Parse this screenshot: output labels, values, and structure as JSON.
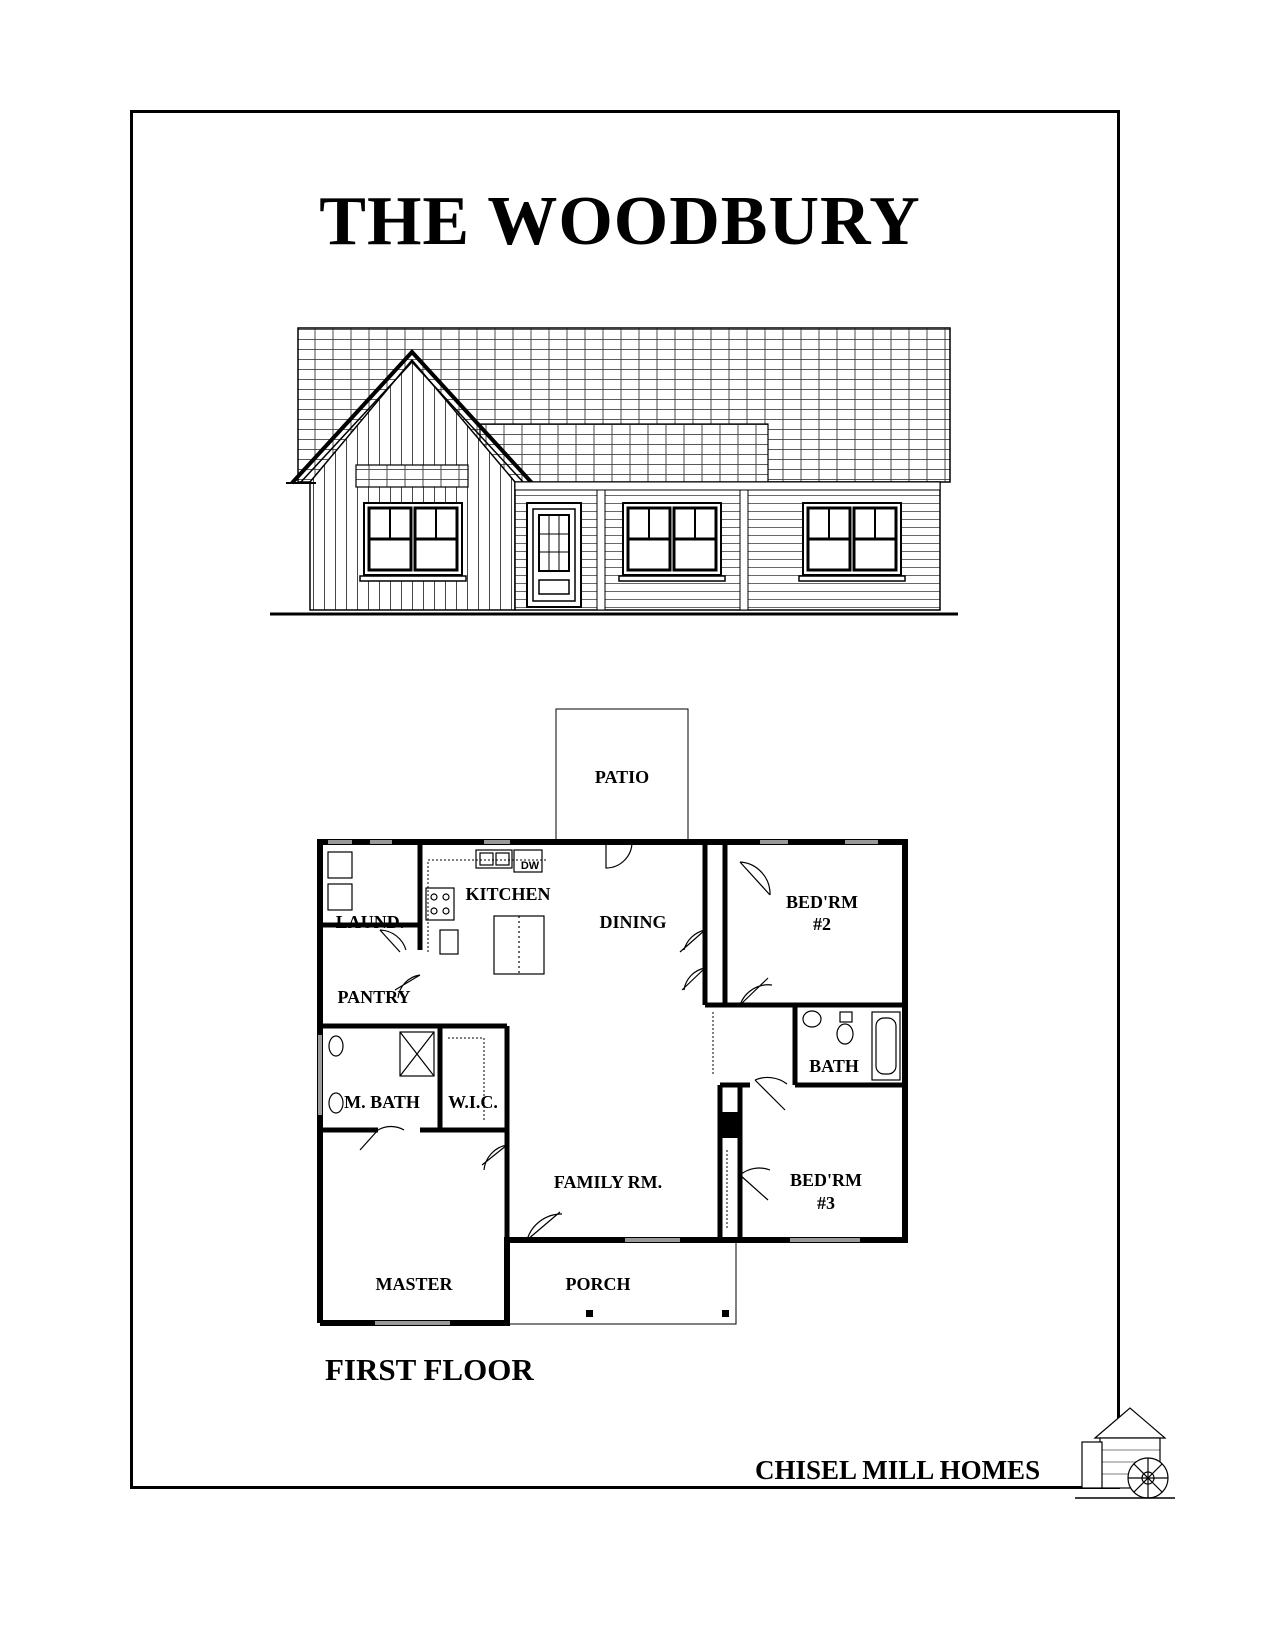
{
  "title": "THE WOODBURY",
  "floor_label": "FIRST FLOOR",
  "company": "CHISEL MILL HOMES",
  "appliance_labels": {
    "dishwasher": "DW"
  },
  "rooms": [
    {
      "id": "patio",
      "label": "PATIO"
    },
    {
      "id": "kitchen",
      "label": "KITCHEN"
    },
    {
      "id": "dining",
      "label": "DINING"
    },
    {
      "id": "laundry",
      "label": "LAUND."
    },
    {
      "id": "pantry",
      "label": "PANTRY"
    },
    {
      "id": "bedroom2",
      "label": "BED'RM",
      "label2": "#2"
    },
    {
      "id": "bath",
      "label": "BATH"
    },
    {
      "id": "master-bath",
      "label": "M. BATH"
    },
    {
      "id": "wic",
      "label": "W.I.C."
    },
    {
      "id": "family-room",
      "label": "FAMILY RM."
    },
    {
      "id": "bedroom3",
      "label": "BED'RM",
      "label2": "#3"
    },
    {
      "id": "master",
      "label": "MASTER"
    },
    {
      "id": "porch",
      "label": "PORCH"
    }
  ]
}
